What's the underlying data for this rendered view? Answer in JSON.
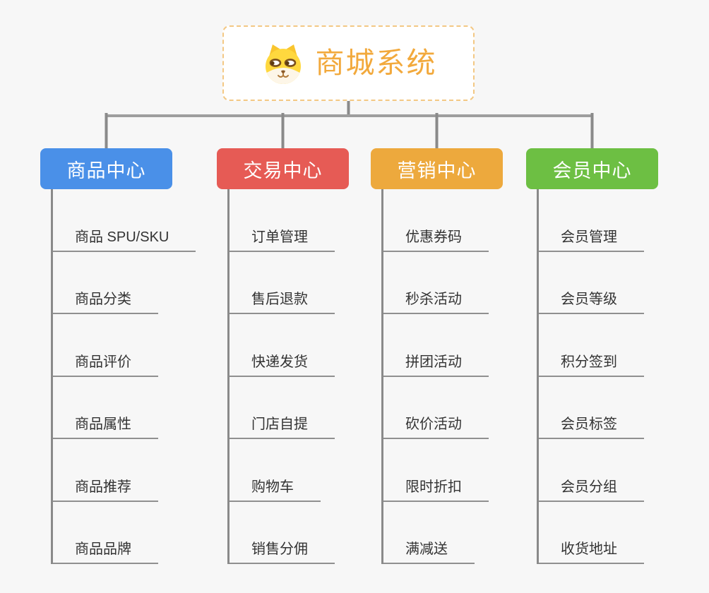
{
  "root": {
    "title": "商城系统",
    "icon": "shiba-dog-icon"
  },
  "branches": [
    {
      "id": "product-center",
      "label": "商品中心",
      "color": "#4a90e8",
      "items": [
        "商品 SPU/SKU",
        "商品分类",
        "商品评价",
        "商品属性",
        "商品推荐",
        "商品品牌"
      ]
    },
    {
      "id": "trade-center",
      "label": "交易中心",
      "color": "#e65b55",
      "items": [
        "订单管理",
        "售后退款",
        "快递发货",
        "门店自提",
        "购物车",
        "销售分佣"
      ]
    },
    {
      "id": "marketing-center",
      "label": "营销中心",
      "color": "#eda93d",
      "items": [
        "优惠券码",
        "秒杀活动",
        "拼团活动",
        "砍价活动",
        "限时折扣",
        "满减送"
      ]
    },
    {
      "id": "member-center",
      "label": "会员中心",
      "color": "#6dbf43",
      "items": [
        "会员管理",
        "会员等级",
        "积分签到",
        "会员标签",
        "会员分组",
        "收货地址"
      ]
    }
  ],
  "colors": {
    "background": "#f7f7f7",
    "connector_vertical": "#8a8a8a",
    "connector_horizontal": "#9e9e9e",
    "item_underline": "#909090",
    "item_text": "#333333",
    "root_border": "#f3c884",
    "root_text": "#f2a93c"
  }
}
